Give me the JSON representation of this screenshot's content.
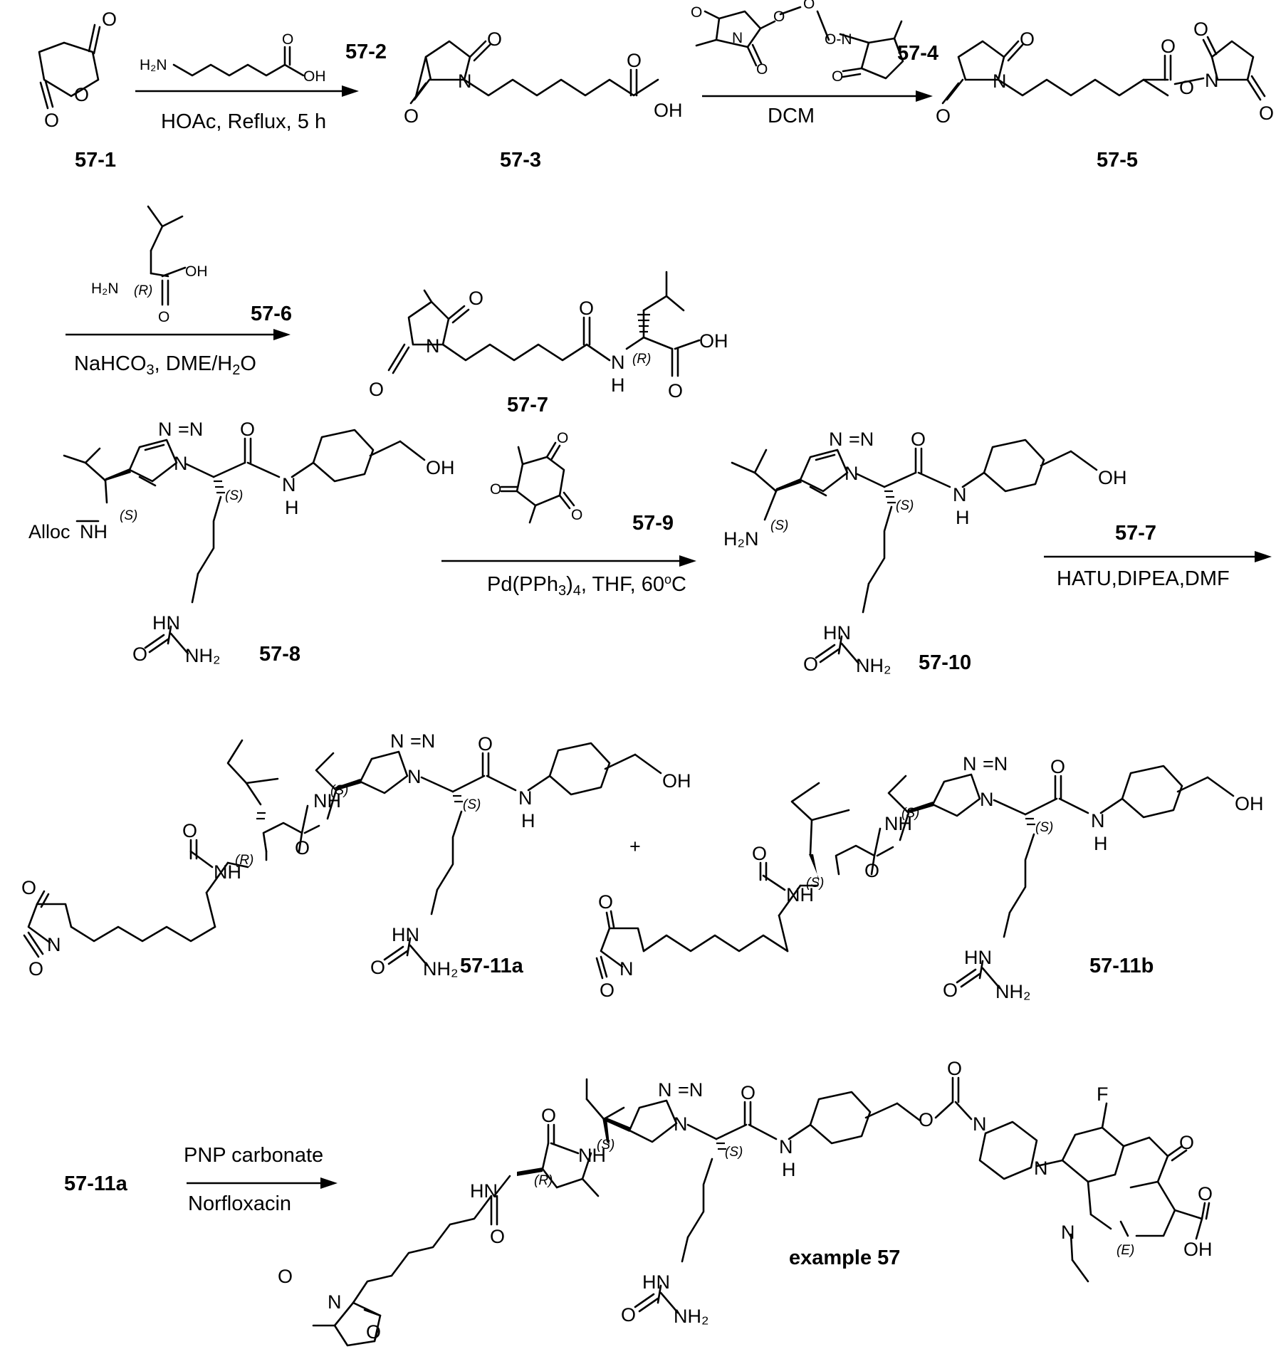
{
  "scheme": {
    "compounds": {
      "c57_1": "57-1",
      "c57_2": "57-2",
      "c57_3": "57-3",
      "c57_4": "57-4",
      "c57_5": "57-5",
      "c57_6": "57-6",
      "c57_7": "57-7",
      "c57_8": "57-8",
      "c57_9": "57-9",
      "c57_10": "57-10",
      "c57_11a": "57-11a",
      "c57_11b": "57-11b",
      "c57_11a_start": "57-11a",
      "reagent_57_7": "57-7",
      "product": "example 57"
    },
    "conditions": {
      "step1": "HOAc, Reflux, 5 h",
      "step2": "DCM",
      "step3": "NaHCO3, DME/H2O",
      "step4": "Pd(PPh3)4, THF, 60oC",
      "step5": "HATU,DIPEA,DMF",
      "step6_line1": "PNP carbonate",
      "step6_line2": "Norfloxacin"
    },
    "plus_sign": "+"
  }
}
